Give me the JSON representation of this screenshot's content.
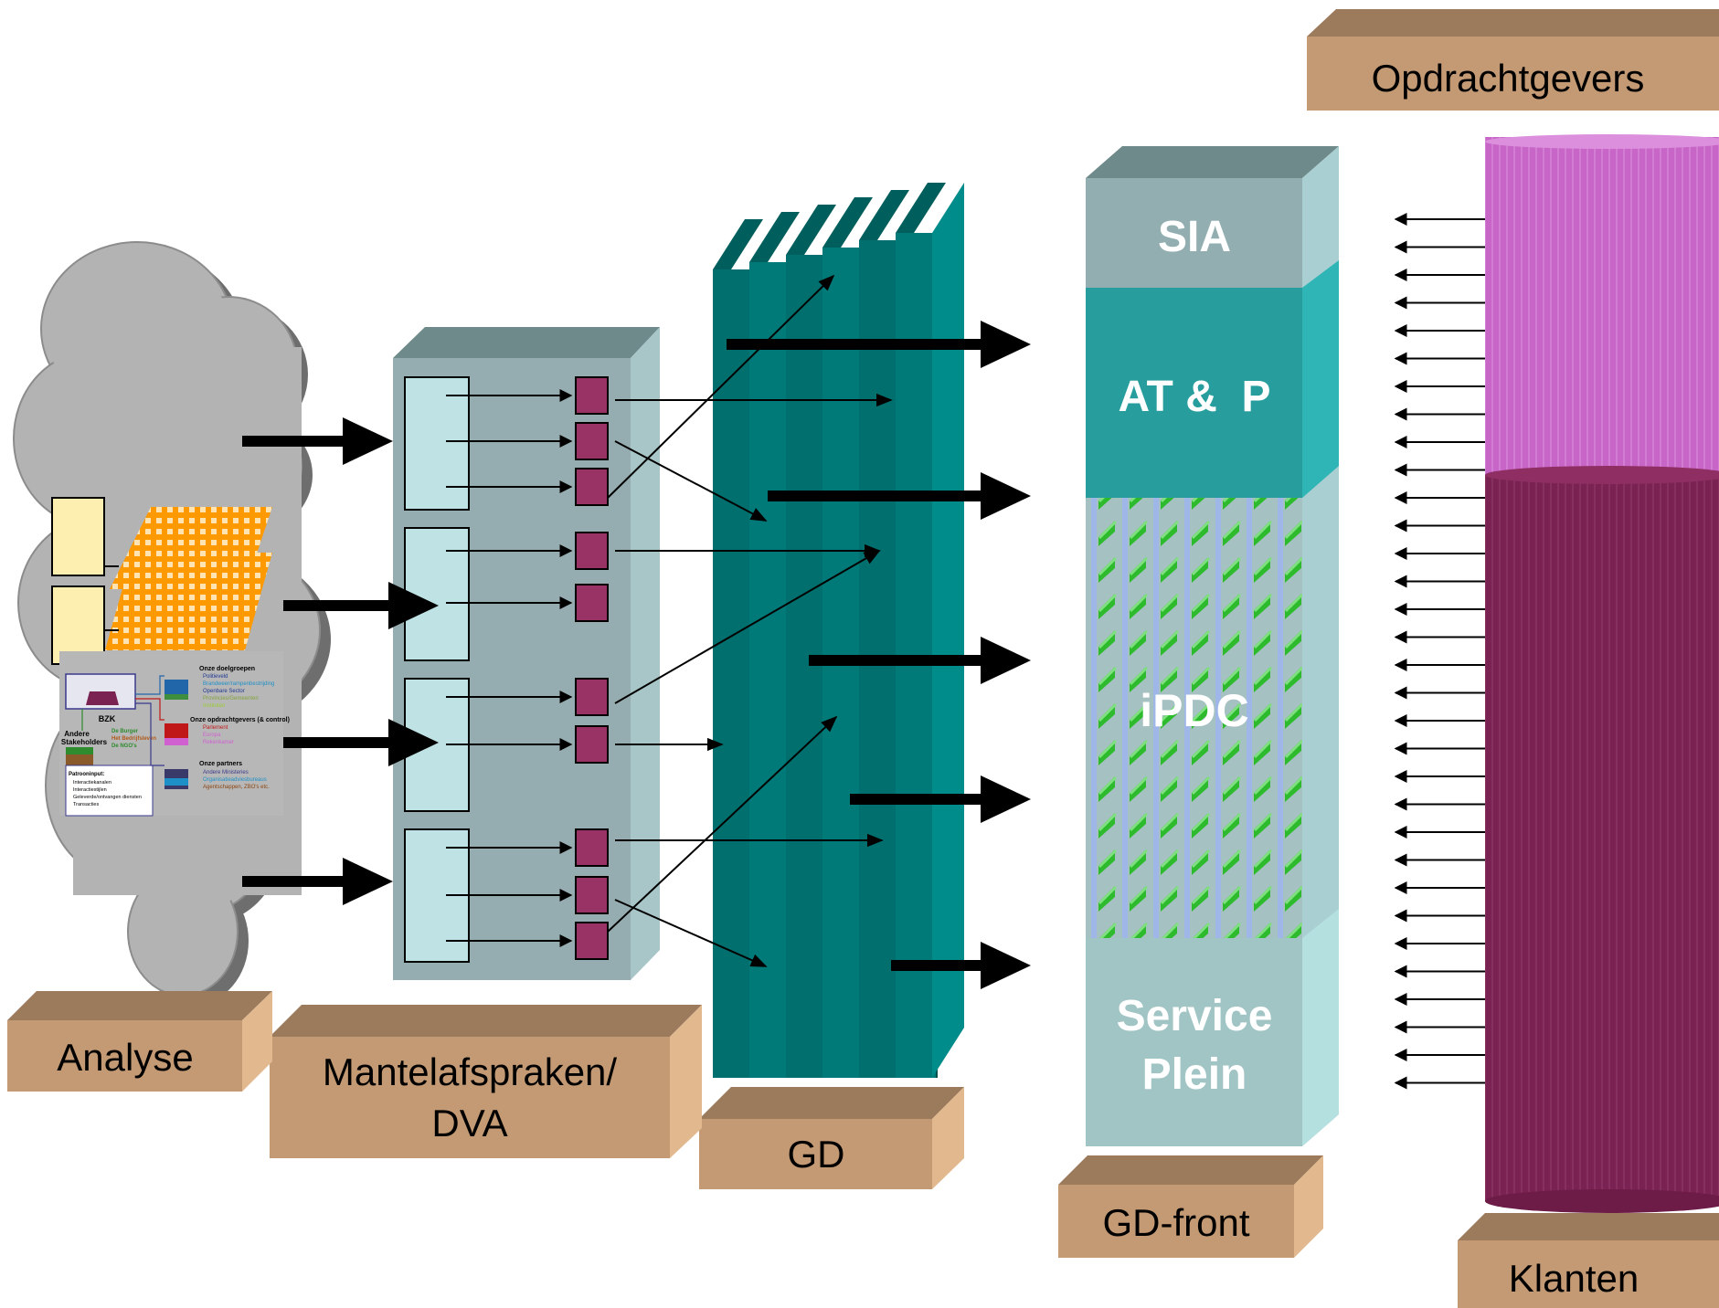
{
  "labels": {
    "opdrachtgevers": "Opdrachtgevers",
    "analyse": "Analyse",
    "mantel_line1": "Mantelafspraken/",
    "mantel_line2": "DVA",
    "gd": "GD",
    "gd_front": "GD-front",
    "klanten": "Klanten"
  },
  "front_sections": {
    "sia": "SIA",
    "atp": "AT &  P",
    "ipdc": "iPDC",
    "service_line1": "Service",
    "service_line2": "Plein"
  },
  "inset": {
    "bzk": "BZK",
    "andere_line1": "Andere",
    "andere_line2": "Stakeholders",
    "burgers": [
      "De Burger",
      "Het Bedrijfsleven",
      "De NGO's"
    ],
    "doelgroepen_title": "Onze  doelgroepen",
    "doelgroepen": [
      "Politieveld",
      "Brandweer/rampenbestrijding",
      "Openbare Sector",
      "Provincies/Gemeenten",
      "Instituten"
    ],
    "opdrachtgevers_title": "Onze opdrachtgevers (& control)",
    "opdrachtgevers": [
      "Parlement",
      "Europa",
      "Rekenkamer"
    ],
    "partners_title": "Onze partners",
    "partners": [
      "Andere Ministeries",
      "Organisatieadviesbureaus",
      "Agentschappen, ZBO's etc."
    ],
    "patroon_title": "Patrooninput:",
    "patroon": [
      "Interactiekanalen",
      "Interactiestijlen",
      "Geleverde/ontvangen diensten",
      "Transacties"
    ]
  },
  "colors": {
    "label_box": "#C49A74",
    "cloud": "#B3B3B3",
    "dva_block": "#95ADB0",
    "gd_panel": "#007A78",
    "front_body": "#9DBEC0",
    "atp_section": "#279D9D",
    "ipdc_section": "#A6C1C2",
    "service_section": "#A9CCCC",
    "opdrachtgevers_cylinder": "#CF6FCF",
    "klanten_cylinder": "#7A2252",
    "node": "#993366"
  }
}
